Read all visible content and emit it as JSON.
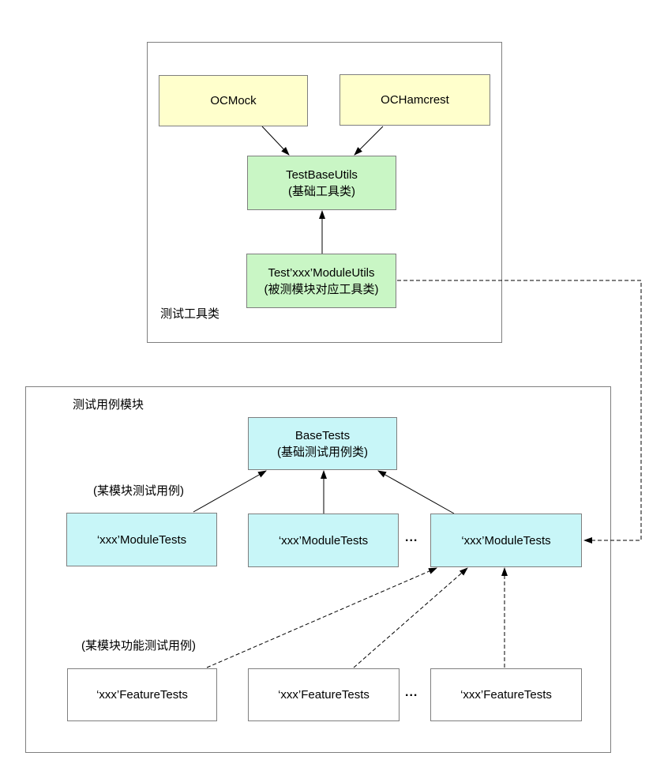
{
  "diagram": {
    "containers": {
      "tools": {
        "label": "测试工具类"
      },
      "cases": {
        "label": "测试用例模块"
      }
    },
    "nodes": {
      "ocmock": {
        "title": "OCMock"
      },
      "ochamcrest": {
        "title": "OCHamcrest"
      },
      "test_base_utils": {
        "title": "TestBaseUtils",
        "subtitle": "(基础工具类)"
      },
      "test_module_utils": {
        "title": "Test’xxx’ModuleUtils",
        "subtitle": "(被测模块对应工具类)"
      },
      "base_tests": {
        "title": "BaseTests",
        "subtitle": "(基础测试用例类)"
      },
      "module_tests_1": {
        "title": "‘xxx’ModuleTests"
      },
      "module_tests_2": {
        "title": "‘xxx’ModuleTests"
      },
      "module_tests_3": {
        "title": "‘xxx’ModuleTests"
      },
      "feature_tests_1": {
        "title": "‘xxx’FeatureTests"
      },
      "feature_tests_2": {
        "title": "‘xxx’FeatureTests"
      },
      "feature_tests_3": {
        "title": "‘xxx’FeatureTests"
      }
    },
    "annotations": {
      "module_tests_note": "(某模块测试用例)",
      "feature_tests_note": "(某模块功能测试用例)",
      "ellipsis_module": "...",
      "ellipsis_feature": "..."
    },
    "colors": {
      "yellow_fill": "#FFFFCC",
      "green_fill": "#C9F6C5",
      "cyan_fill": "#C8F6F8",
      "white_fill": "#FFFFFF",
      "box_border": "#7F7F7F",
      "arrow": "#000000"
    }
  }
}
